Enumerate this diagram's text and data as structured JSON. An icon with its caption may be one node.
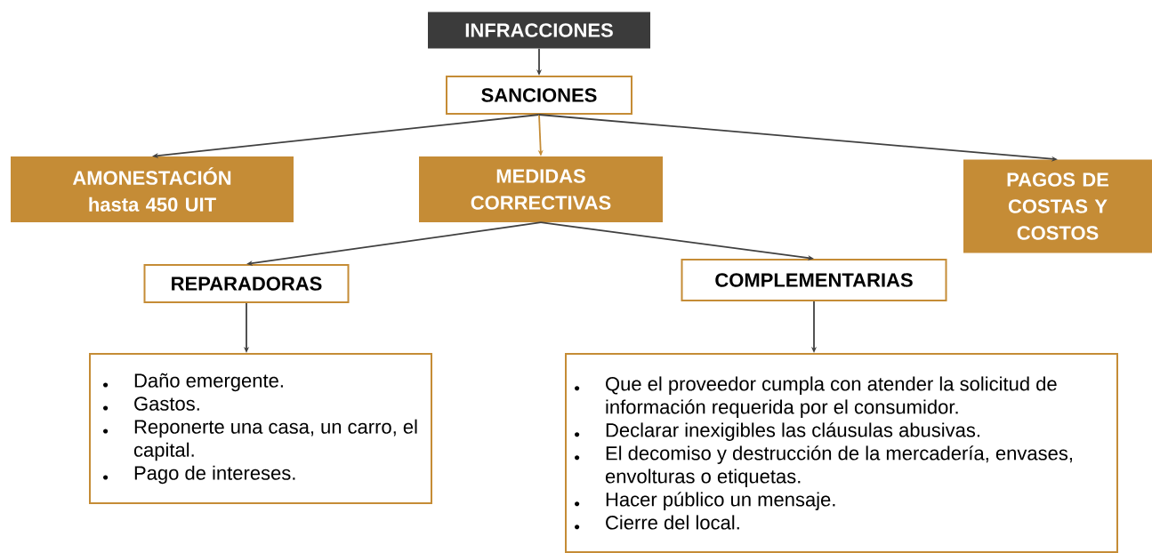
{
  "diagram": {
    "nodes": [
      {
        "text": [
          "INFRACCIONES"
        ]
      },
      {
        "text": [
          "SANCIONES"
        ]
      },
      {
        "text": [
          "AMONESTACIÓN hasta 450 UIT"
        ]
      },
      {
        "text": [
          "MEDIDAS CORRECTIVAS"
        ]
      },
      {
        "text": [
          "PAGOS DE COSTAS Y COSTOS"
        ]
      },
      {
        "text": [
          "REPARADORAS"
        ]
      },
      {
        "text": [
          "COMPLEMENTARIAS"
        ]
      },
      {
        "text": [
          "Daño emergente.",
          "Gastos.",
          "Reponerte una casa, un carro, el capital.",
          "Pago de intereses."
        ]
      },
      {
        "text": [
          "Que el proveedor cumpla con atender la solicitud de información requerida por el consumidor.",
          "Declarar inexigibles las cláusulas abusivas.",
          "El decomiso y destrucción de la mercadería, envases, envolturas o etiquetas.",
          "Hacer público un mensaje.",
          "Cierre del local."
        ]
      }
    ],
    "edges": [
      {
        "from": 0,
        "to": 1,
        "arrow": "to"
      },
      {
        "from": 1,
        "to": 2,
        "arrow": "to"
      },
      {
        "from": 1,
        "to": 3,
        "arrow": "to",
        "color": "#c58c36"
      },
      {
        "from": 1,
        "to": 4,
        "arrow": "to"
      },
      {
        "from": 3,
        "to": 5,
        "arrow": "to"
      },
      {
        "from": 3,
        "to": 6,
        "arrow": "to"
      },
      {
        "from": 5,
        "to": 7,
        "arrow": "to"
      },
      {
        "from": 6,
        "to": 8,
        "arrow": "to"
      }
    ]
  }
}
